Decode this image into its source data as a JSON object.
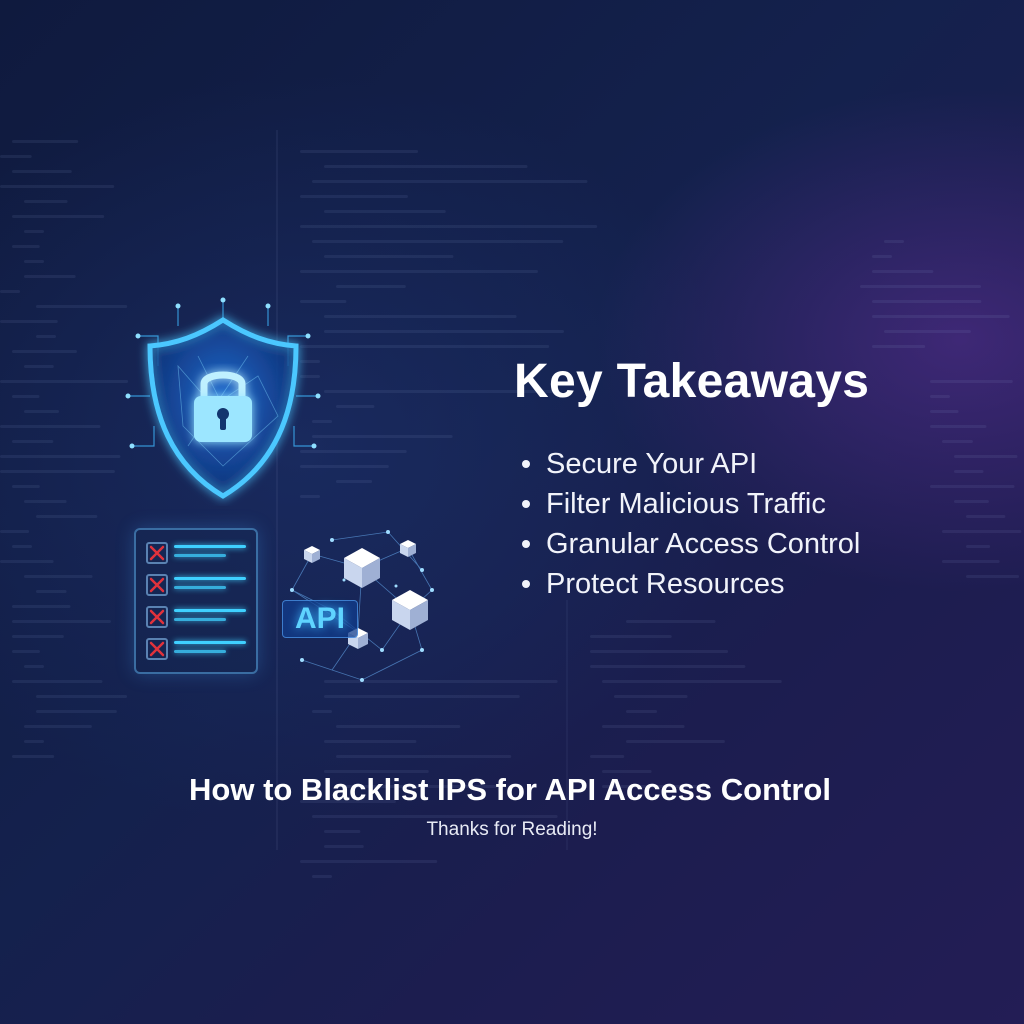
{
  "takeaways": {
    "title": "Key Takeaways",
    "items": [
      "Secure Your API",
      "Filter Malicious Traffic",
      "Granular Access Control",
      "Protect Resources"
    ]
  },
  "graphics": {
    "shield_icon": "shield-lock-icon",
    "checklist_icon": "blocked-checklist-icon",
    "api_icon": "api-network-icon",
    "api_label": "API",
    "x_mark_count": 4
  },
  "footer": {
    "title": "How to Blacklist IPS for API Access Control",
    "subtitle": "Thanks for Reading!"
  },
  "colors": {
    "background": "#14214d",
    "accent_glow": "#3fd0ff",
    "x_mark": "#e0323c",
    "text": "#ffffff"
  }
}
